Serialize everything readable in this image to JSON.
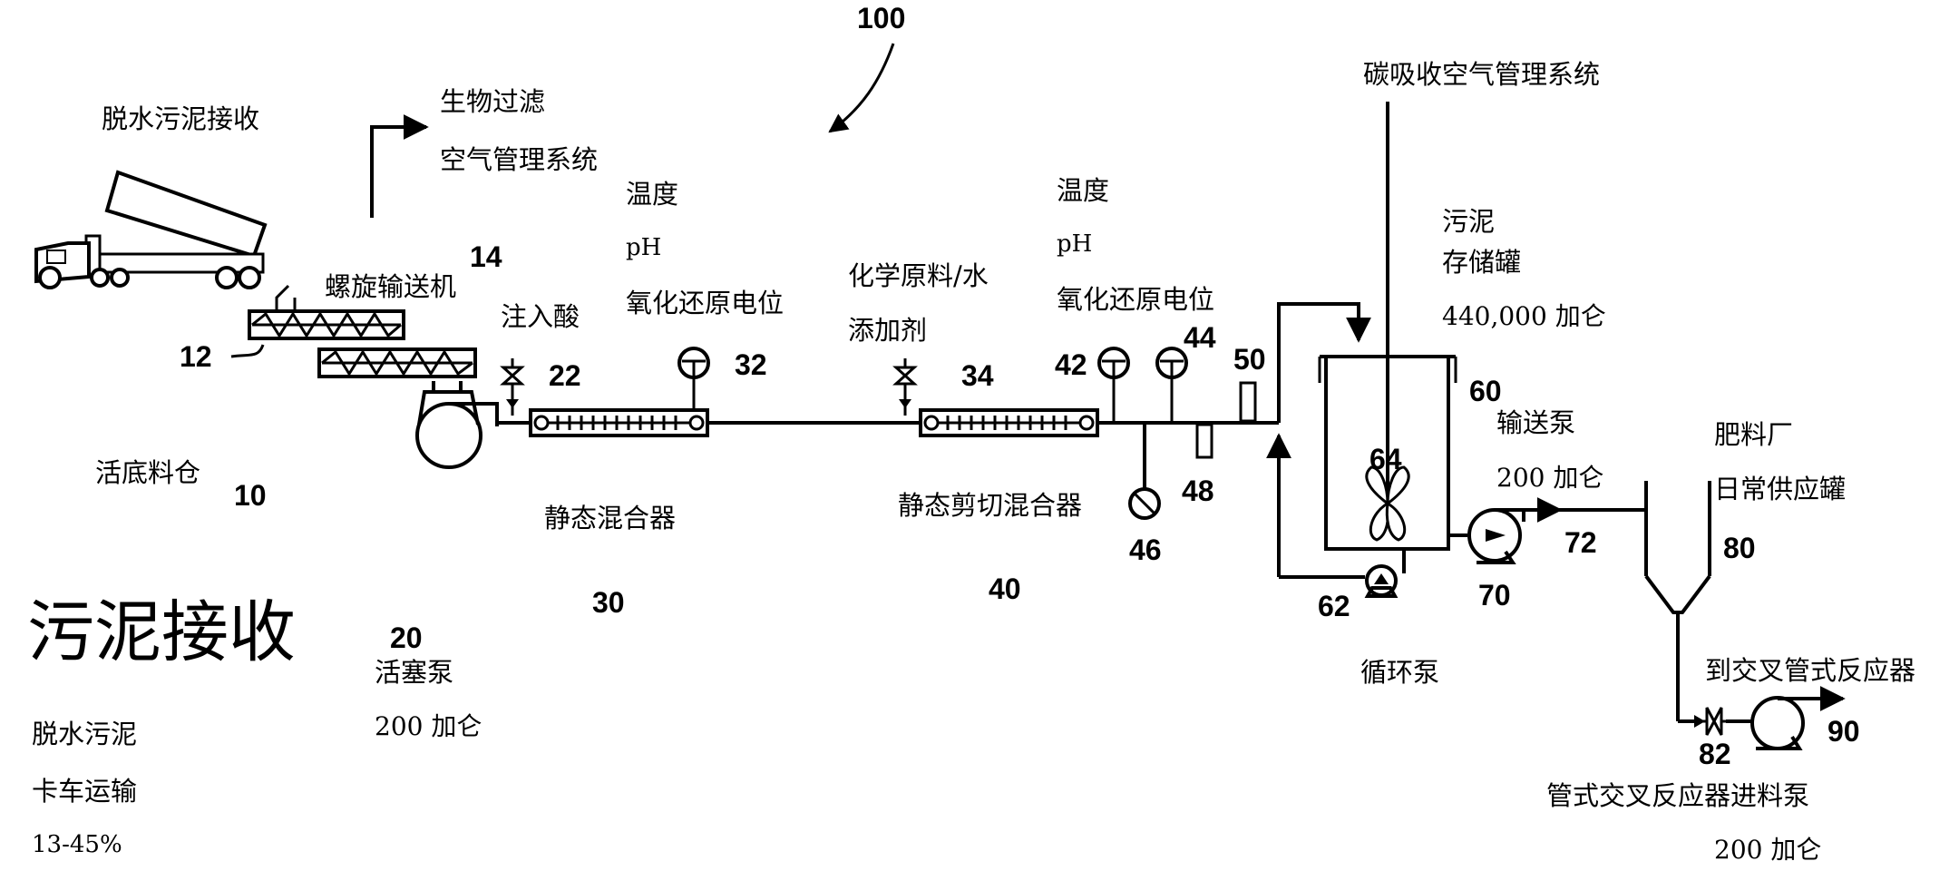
{
  "diagram": {
    "figure_number": "100",
    "title_big": "污泥接收",
    "left_block": {
      "line1": "脱水污泥",
      "line2": "卡车运输",
      "line3": "13-45%"
    },
    "truck": {
      "label": "脱水污泥接收"
    },
    "biofilter": {
      "line1": "生物过滤",
      "line2": "空气管理系统"
    },
    "screw_conveyor": {
      "label": "螺旋输送机",
      "ref": "14"
    },
    "hopper": {
      "label": "活底料仓",
      "ref": "10",
      "pipe_ref": "12"
    },
    "piston_pump": {
      "ref": "20",
      "label": "活塞泵",
      "capacity": "200 加仑"
    },
    "acid_injection": {
      "label": "注入酸",
      "ref": "22"
    },
    "static_mixer": {
      "label": "静态混合器",
      "ref": "30"
    },
    "sensor_group_1": {
      "ref": "32",
      "line1": "温度",
      "line2": "pH",
      "line3": "氧化还原电位"
    },
    "chem_addition": {
      "line1": "化学原料/水",
      "line2": "添加剂",
      "ref": "34"
    },
    "shear_mixer": {
      "label": "静态剪切混合器",
      "ref": "40"
    },
    "sensor_group_2": {
      "line1": "温度",
      "line2": "pH",
      "line3": "氧化还原电位"
    },
    "refs": {
      "r42": "42",
      "r44": "44",
      "r46": "46",
      "r48": "48",
      "r50": "50"
    },
    "carbon_air": {
      "label": "碳吸收空气管理系统"
    },
    "storage_tank": {
      "line1": "污泥",
      "line2": "存储罐",
      "capacity": "440,000 加仑",
      "ref": "60",
      "agitator_ref": "64"
    },
    "circulation_pump": {
      "ref": "62",
      "label": "循环泵"
    },
    "transfer_pump": {
      "label": "输送泵",
      "capacity": "200 加仑",
      "ref": "70",
      "line_ref": "72"
    },
    "fertilizer_tank": {
      "line1": "肥料厂",
      "line2": "日常供应罐",
      "ref": "80"
    },
    "reactor_feed": {
      "to_label": "到交叉管式反应器",
      "ref_out": "90",
      "valve_ref": "82",
      "pump_label": "管式交叉反应器进料泵",
      "capacity": "200 加仑"
    }
  }
}
